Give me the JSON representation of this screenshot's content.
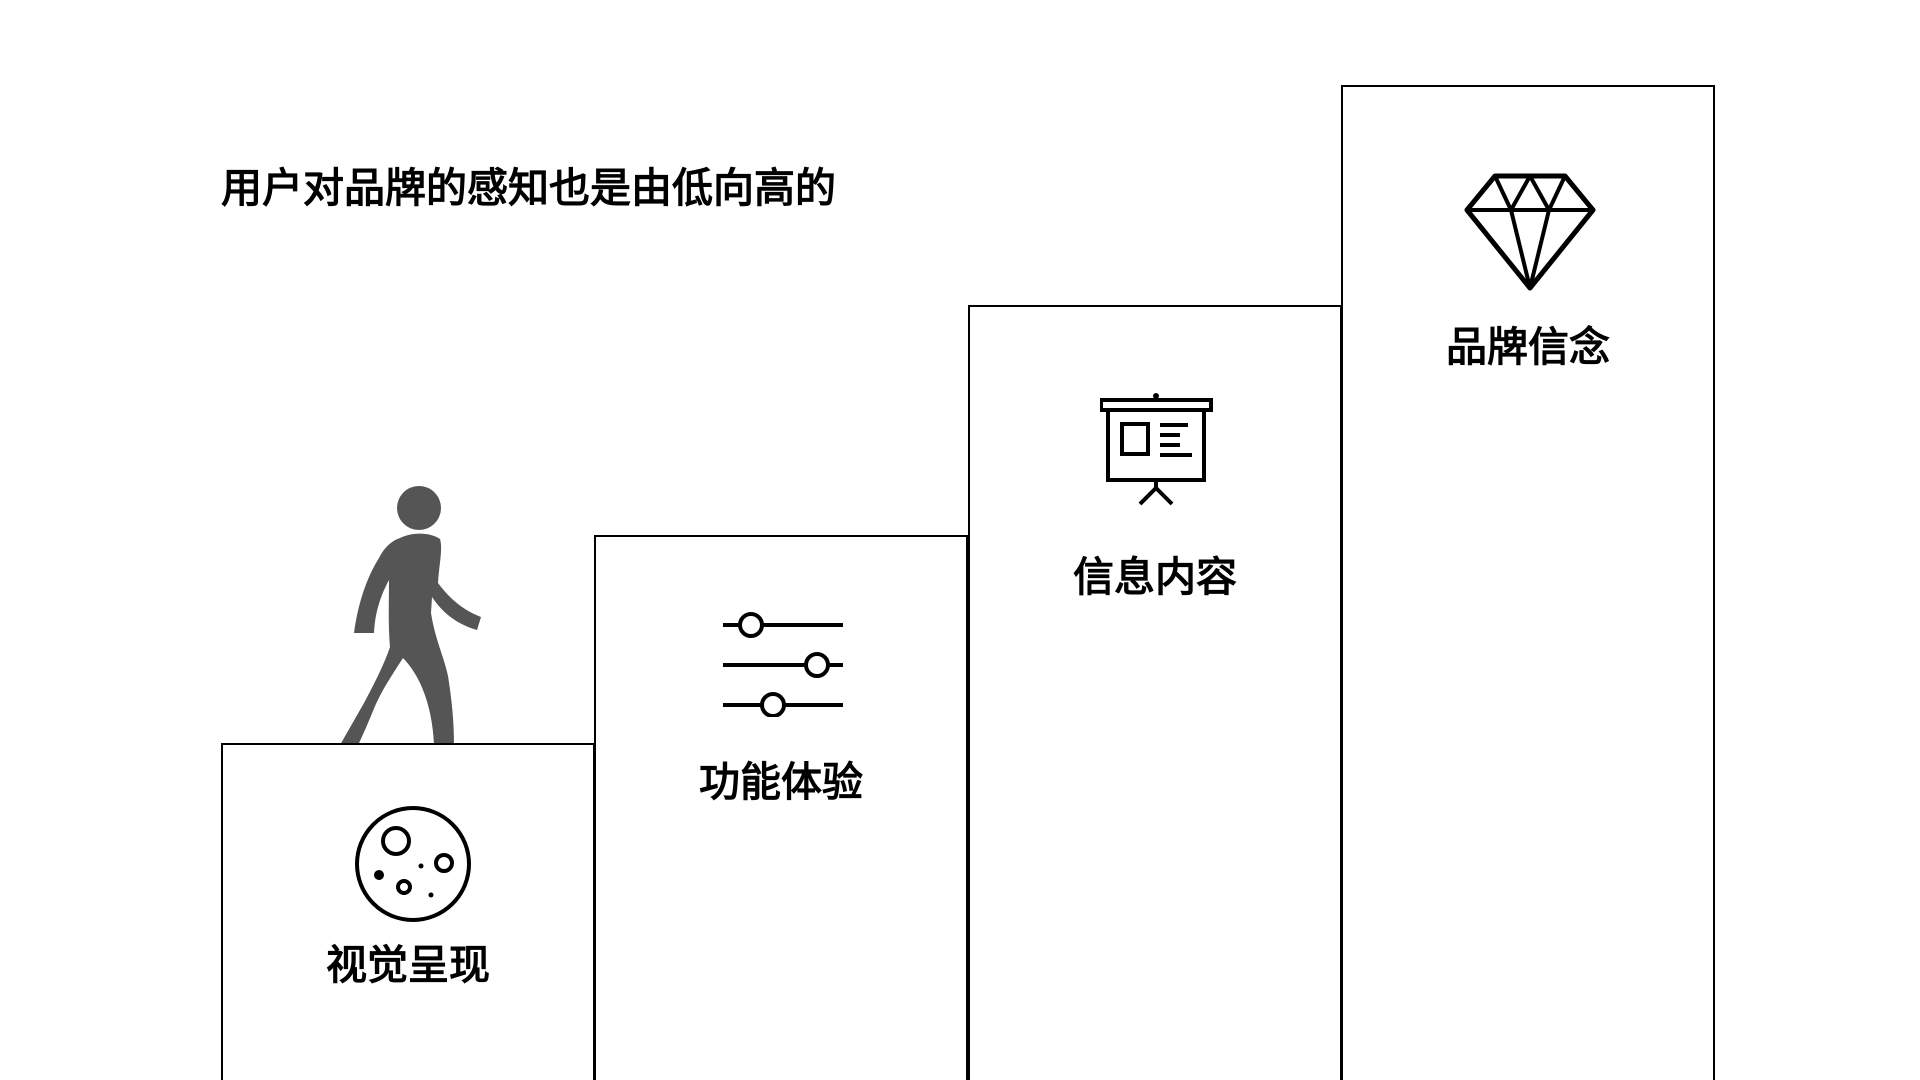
{
  "title": "用户对品牌的感知也是由低向高的",
  "steps": [
    {
      "label": "视觉呈现",
      "icon": "planet-icon"
    },
    {
      "label": "功能体验",
      "icon": "sliders-icon"
    },
    {
      "label": "信息内容",
      "icon": "presentation-board-icon"
    },
    {
      "label": "品牌信念",
      "icon": "diamond-icon"
    }
  ],
  "decoration": {
    "icon": "walking-person-icon",
    "color": "#555555"
  }
}
